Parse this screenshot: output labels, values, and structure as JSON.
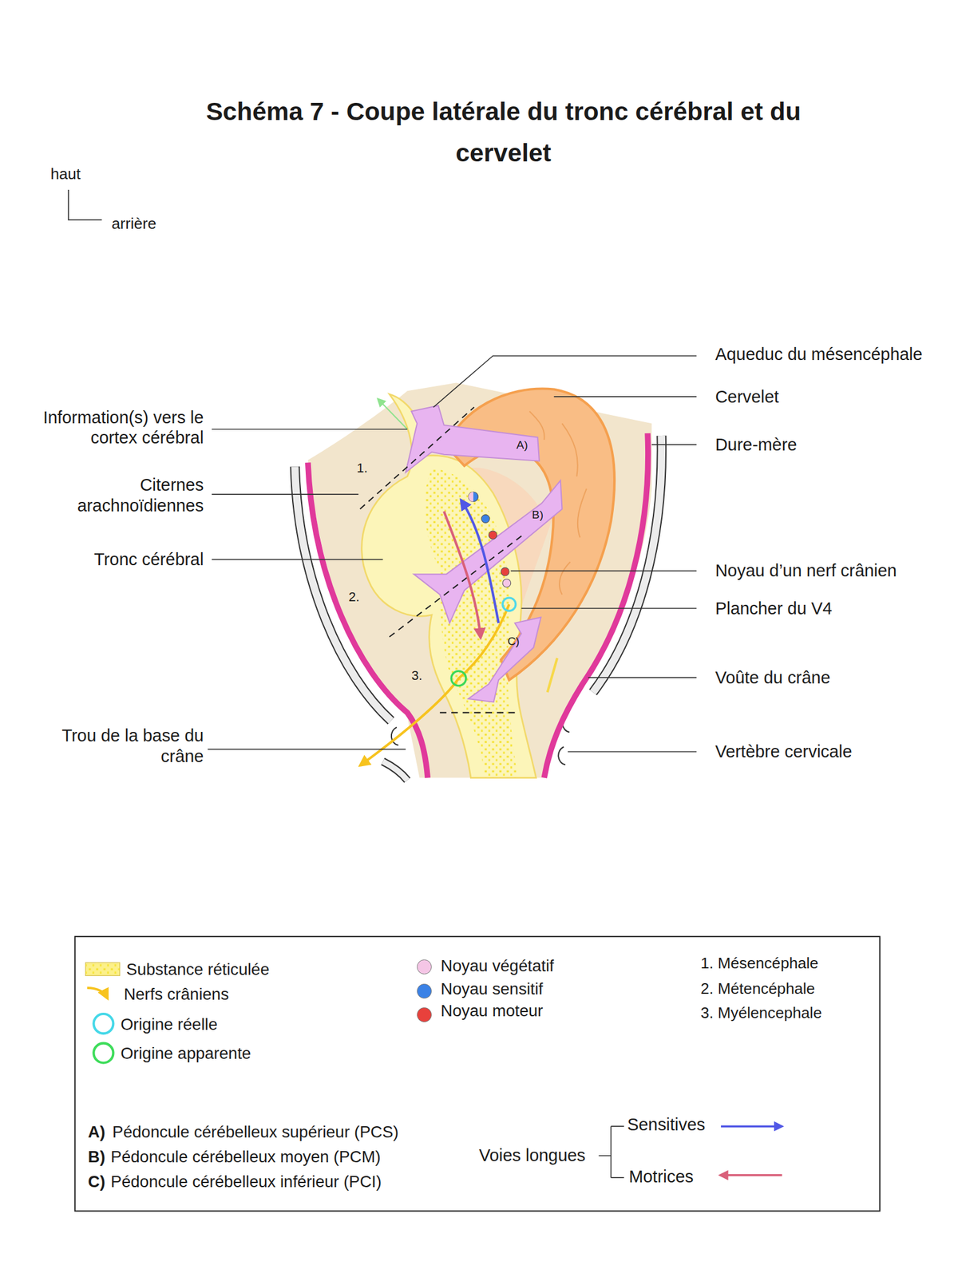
{
  "diagram": {
    "title": "Schéma 7 - Coupe latérale du tronc cérébral et du cervelet",
    "labels": [
      "haut",
      "arrière",
      "Aqueduc du mésencéphale",
      "Information(s) vers le cortex cérébral",
      "Cervelet",
      "Dure-mère",
      "Citernes arachnoïdiennes",
      "1.",
      "A)",
      "B)",
      "Tronc cérébral",
      "Noyau d’un nerf crânien",
      "2.",
      "Plancher du V4",
      "C)",
      "3.",
      "Voûte du crâne",
      "Trou de la base du crâne",
      "Vertèbre cervicale",
      "1. Mésencéphale",
      "2. Métencéphale",
      "3. Myélencephale",
      "A)",
      "Pédoncule cérébelleux supérieur (PCS)",
      "B)",
      "Pédoncule cérébelleux moyen (PCM)",
      "C)",
      "Pédoncule cérébelleux inférieur (PCI)",
      "Voies longues"
    ],
    "legend": [
      {
        "text": "Substance réticulée"
      },
      {
        "text": "Nerfs crâniens"
      },
      {
        "text": "Origine réelle"
      },
      {
        "text": "Origine apparente"
      },
      {
        "text": "Noyau végétatif",
        "color": "#f5c6e6"
      },
      {
        "text": "Noyau sensitif",
        "color": "#3b82e6"
      },
      {
        "text": "Noyau moteur",
        "color": "#e8413c"
      },
      {
        "text": "Sensitives"
      },
      {
        "text": "Motrices"
      }
    ]
  }
}
